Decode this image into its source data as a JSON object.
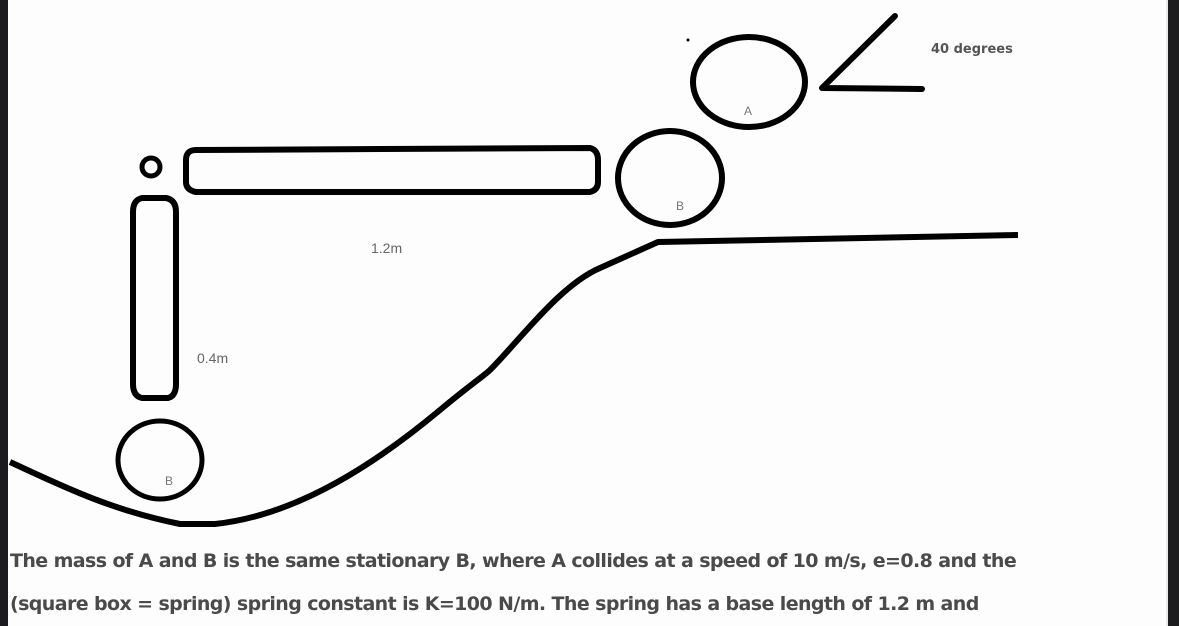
{
  "diagram": {
    "angle_label": "40 degrees",
    "ball_a_label": "A",
    "ball_b_top_label": "B",
    "ball_b_bottom_label": "B",
    "horizontal_spring_length": "1.2m",
    "vertical_spring_length": "0.4m"
  },
  "problem_text": {
    "line1": "The mass of A and B is the same stationary B, where A collides at a speed of 10 m/s, e=0.8 and the",
    "line2": "(square box = spring) spring constant is K=100 N/m. The spring has a base length of 1.2 m and"
  },
  "colors": {
    "stroke": "#000000",
    "label_gray": "#666666",
    "text_gray": "#4a4a4a",
    "frame_dark": "#1c1c1e"
  }
}
